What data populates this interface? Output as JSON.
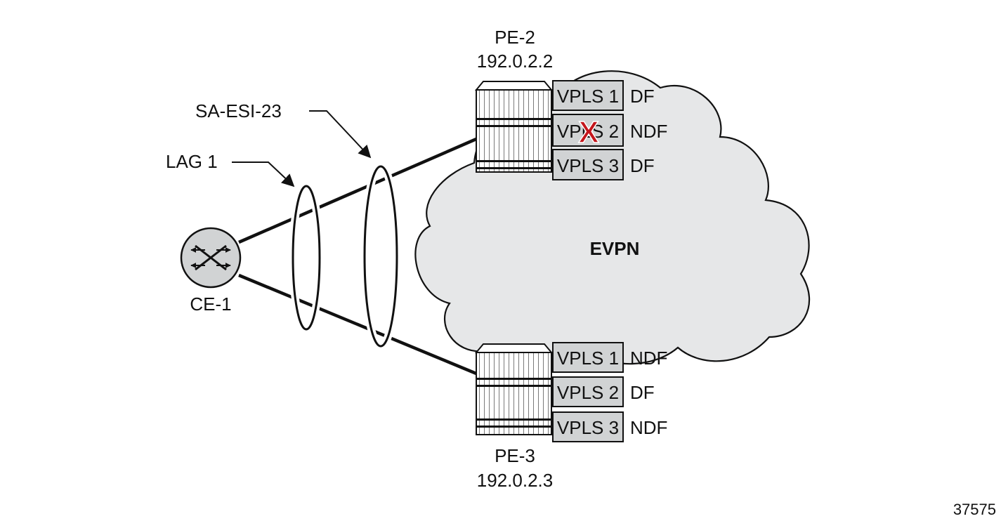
{
  "cloud": {
    "label": "EVPN",
    "fill": "#e6e7e8"
  },
  "ce": {
    "name": "CE-1"
  },
  "pe_top": {
    "name": "PE-2",
    "address": "192.0.2.2",
    "services": [
      {
        "label": "VPLS 1",
        "role": "DF"
      },
      {
        "label": "VPLS 2",
        "role": "NDF",
        "blocked": true
      },
      {
        "label": "VPLS 3",
        "role": "DF"
      }
    ]
  },
  "pe_bottom": {
    "name": "PE-3",
    "address": "192.0.2.3",
    "services": [
      {
        "label": "VPLS 1",
        "role": "NDF"
      },
      {
        "label": "VPLS 2",
        "role": "DF"
      },
      {
        "label": "VPLS 3",
        "role": "NDF"
      }
    ]
  },
  "callouts": {
    "esi": "SA-ESI-23",
    "lag": "LAG 1"
  },
  "block_mark": {
    "glyph": "X",
    "color": "#c4161c"
  },
  "figure_id": "37575"
}
